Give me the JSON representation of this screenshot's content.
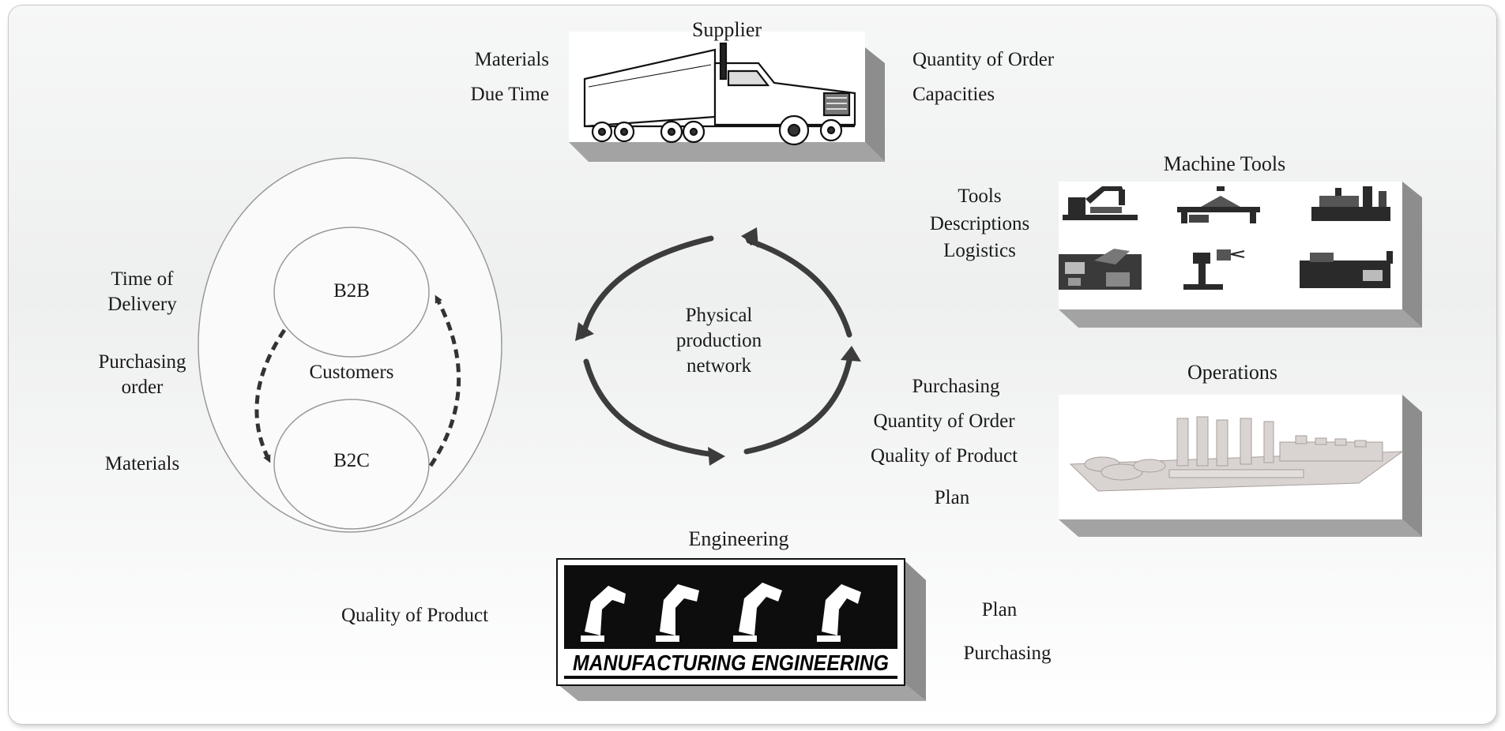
{
  "supplier": {
    "title": "Supplier",
    "left_items": [
      "Materials",
      "Due Time"
    ],
    "right_items": [
      "Quantity of Order",
      "Capacities"
    ]
  },
  "machine_tools": {
    "title": "Machine Tools",
    "items": [
      "Tools",
      "Descriptions",
      "Logistics"
    ]
  },
  "operations": {
    "title": "Operations",
    "items": [
      "Purchasing",
      "Quantity of Order",
      "Quality of Product",
      "Plan"
    ]
  },
  "engineering": {
    "title": "Engineering",
    "banner_text": "MANUFACTURING ENGINEERING",
    "left_items": [
      "Quality of Product"
    ],
    "right_items": [
      "Plan",
      "Purchasing"
    ]
  },
  "customers": {
    "title": "Customers",
    "b2b": "B2B",
    "b2c": "B2C",
    "items": [
      "Time of",
      "Delivery",
      "Purchasing",
      "order",
      "Materials"
    ]
  },
  "center": {
    "lines": [
      "Physical",
      "production",
      "network"
    ]
  }
}
